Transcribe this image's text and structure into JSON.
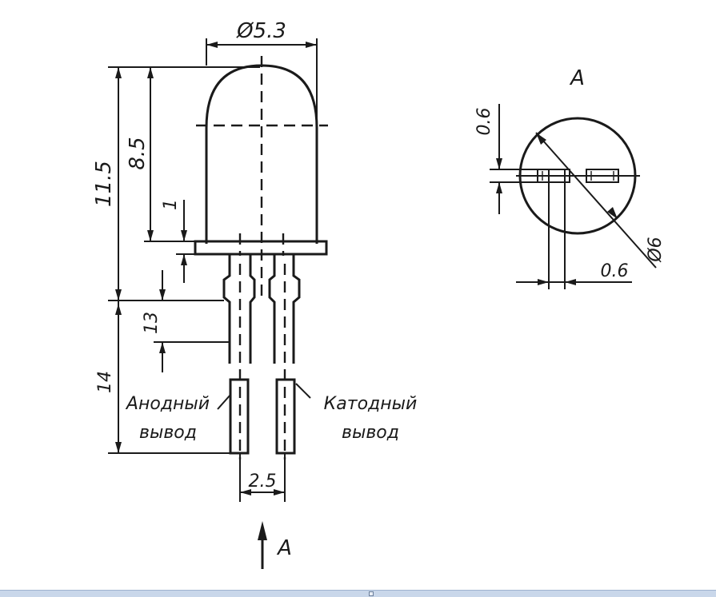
{
  "diagram": {
    "dimensions": {
      "diameter": "Ø5.3",
      "total_height": "11.5",
      "dome_height": "8.5",
      "flange": "1",
      "lead_step": "13",
      "lead_length": "14",
      "pitch": "2.5",
      "view_lead_width": "0.6",
      "view_lead_thickness": "0.6",
      "view_diameter": "Ø6"
    },
    "labels": {
      "anode_line1": "Анодный",
      "anode_line2": "вывод",
      "cathode_line1": "Катодный",
      "cathode_line2": "вывод",
      "view_arrow": "A",
      "view_title": "A"
    }
  }
}
